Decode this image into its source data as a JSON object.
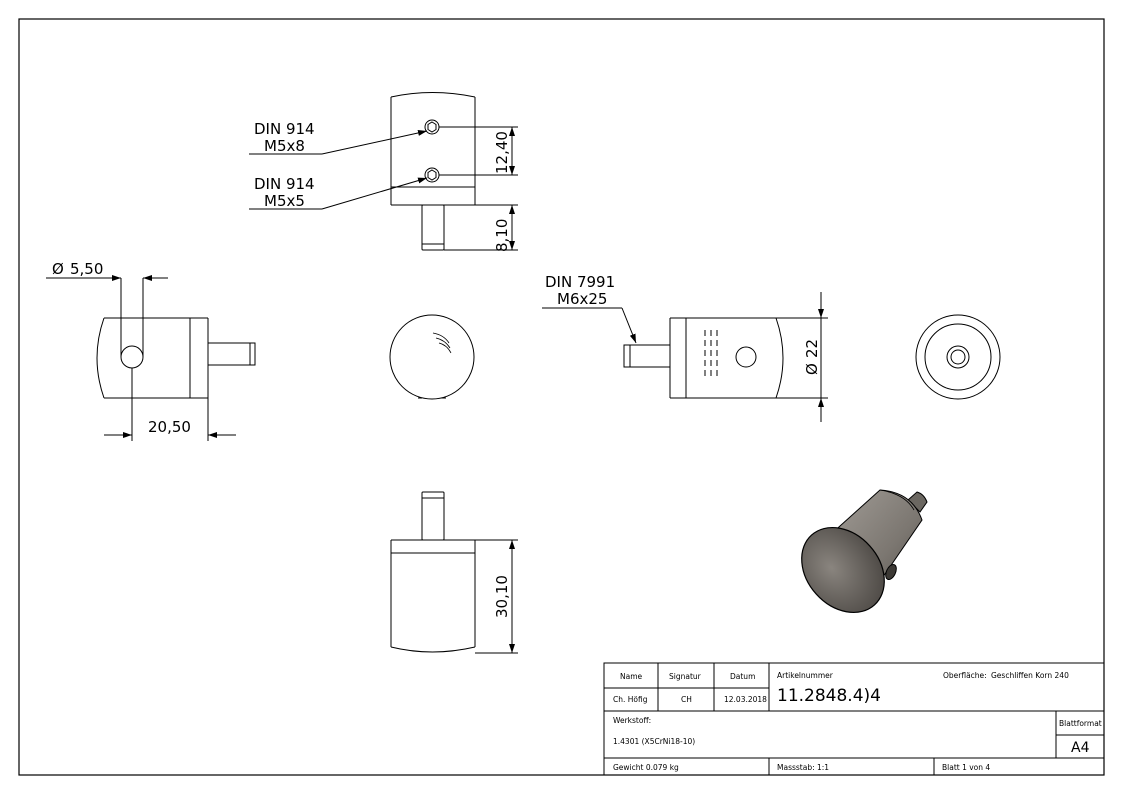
{
  "callouts": {
    "screw1_std": "DIN 914",
    "screw1_size": "M5x8",
    "screw2_std": "DIN 914",
    "screw2_size": "M5x5",
    "pin_std": "DIN 7991",
    "pin_size": "M6x25"
  },
  "dimensions": {
    "d_12_40": "12,40",
    "d_8_10": "8,10",
    "d_dia_5_50": "5,50",
    "d_20_50": "20,50",
    "d_dia_22": "22",
    "d_30_10": "30,10",
    "dia_symbol": "Ø"
  },
  "title_block": {
    "h_name": "Name",
    "h_signatur": "Signatur",
    "h_datum": "Datum",
    "h_artikel": "Artikelnummer",
    "h_oberflaeche": "Oberfläche:",
    "oberflaeche_value": "Geschliffen Korn 240",
    "name_value": "Ch. Höfig",
    "signatur_value": "CH",
    "datum_value": "12.03.2018",
    "artikel_value": "11.2848.4)4",
    "werkstoff_label": "Werkstoff:",
    "werkstoff_value": "1.4301 (X5CrNi18-10)",
    "blattformat_label": "Blattformat",
    "blattformat_value": "A4",
    "gewicht": "Gewicht 0.079 kg",
    "massstab": "Massstab: 1:1",
    "blatt": "Blatt 1 von 4"
  }
}
